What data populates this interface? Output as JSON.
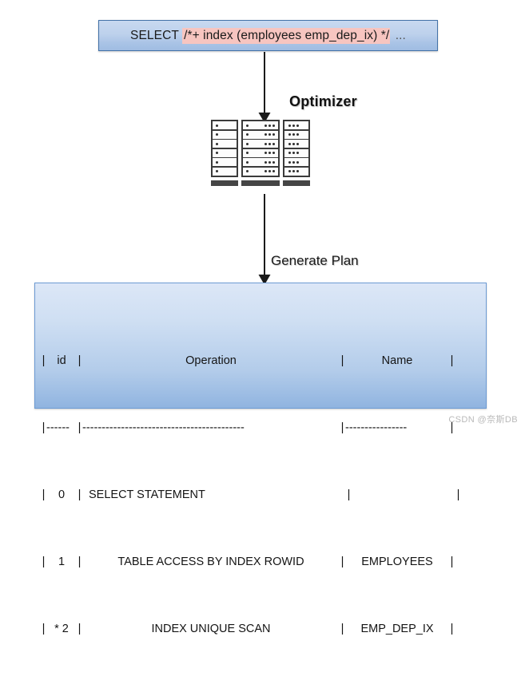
{
  "sql_box": {
    "prefix": "SELECT ",
    "hint": "/*+ index (employees emp_dep_ix) */",
    "tail": " ..."
  },
  "labels": {
    "optimizer": "Optimizer",
    "generate_plan": "Generate Plan"
  },
  "icons": {
    "server_rack": "server-rack-icon",
    "arrow_down_top": "arrow-down-icon",
    "arrow_down_bottom": "arrow-down-icon"
  },
  "plan": {
    "headers": {
      "id": "id",
      "operation": "Operation",
      "name": "Name"
    },
    "separator": "|",
    "divider": {
      "id": "------",
      "operation": "------------------------------------------",
      "name": "----------------"
    },
    "rows": [
      {
        "id": "0",
        "operation": "SELECT STATEMENT",
        "name": ""
      },
      {
        "id": "1",
        "operation": "TABLE ACCESS BY INDEX ROWID",
        "name": "EMPLOYEES"
      },
      {
        "id": "* 2",
        "operation": "INDEX UNIQUE SCAN",
        "name": "EMP_DEP_IX"
      }
    ]
  },
  "watermark": "CSDN @奈斯DB",
  "colors": {
    "sql_box_border": "#4372a8",
    "sql_hint_highlight": "#f7c5c0",
    "plan_box_border": "#6d9bd4",
    "arrow": "#1a1a1a",
    "rack_dark": "#3a3a3a"
  }
}
